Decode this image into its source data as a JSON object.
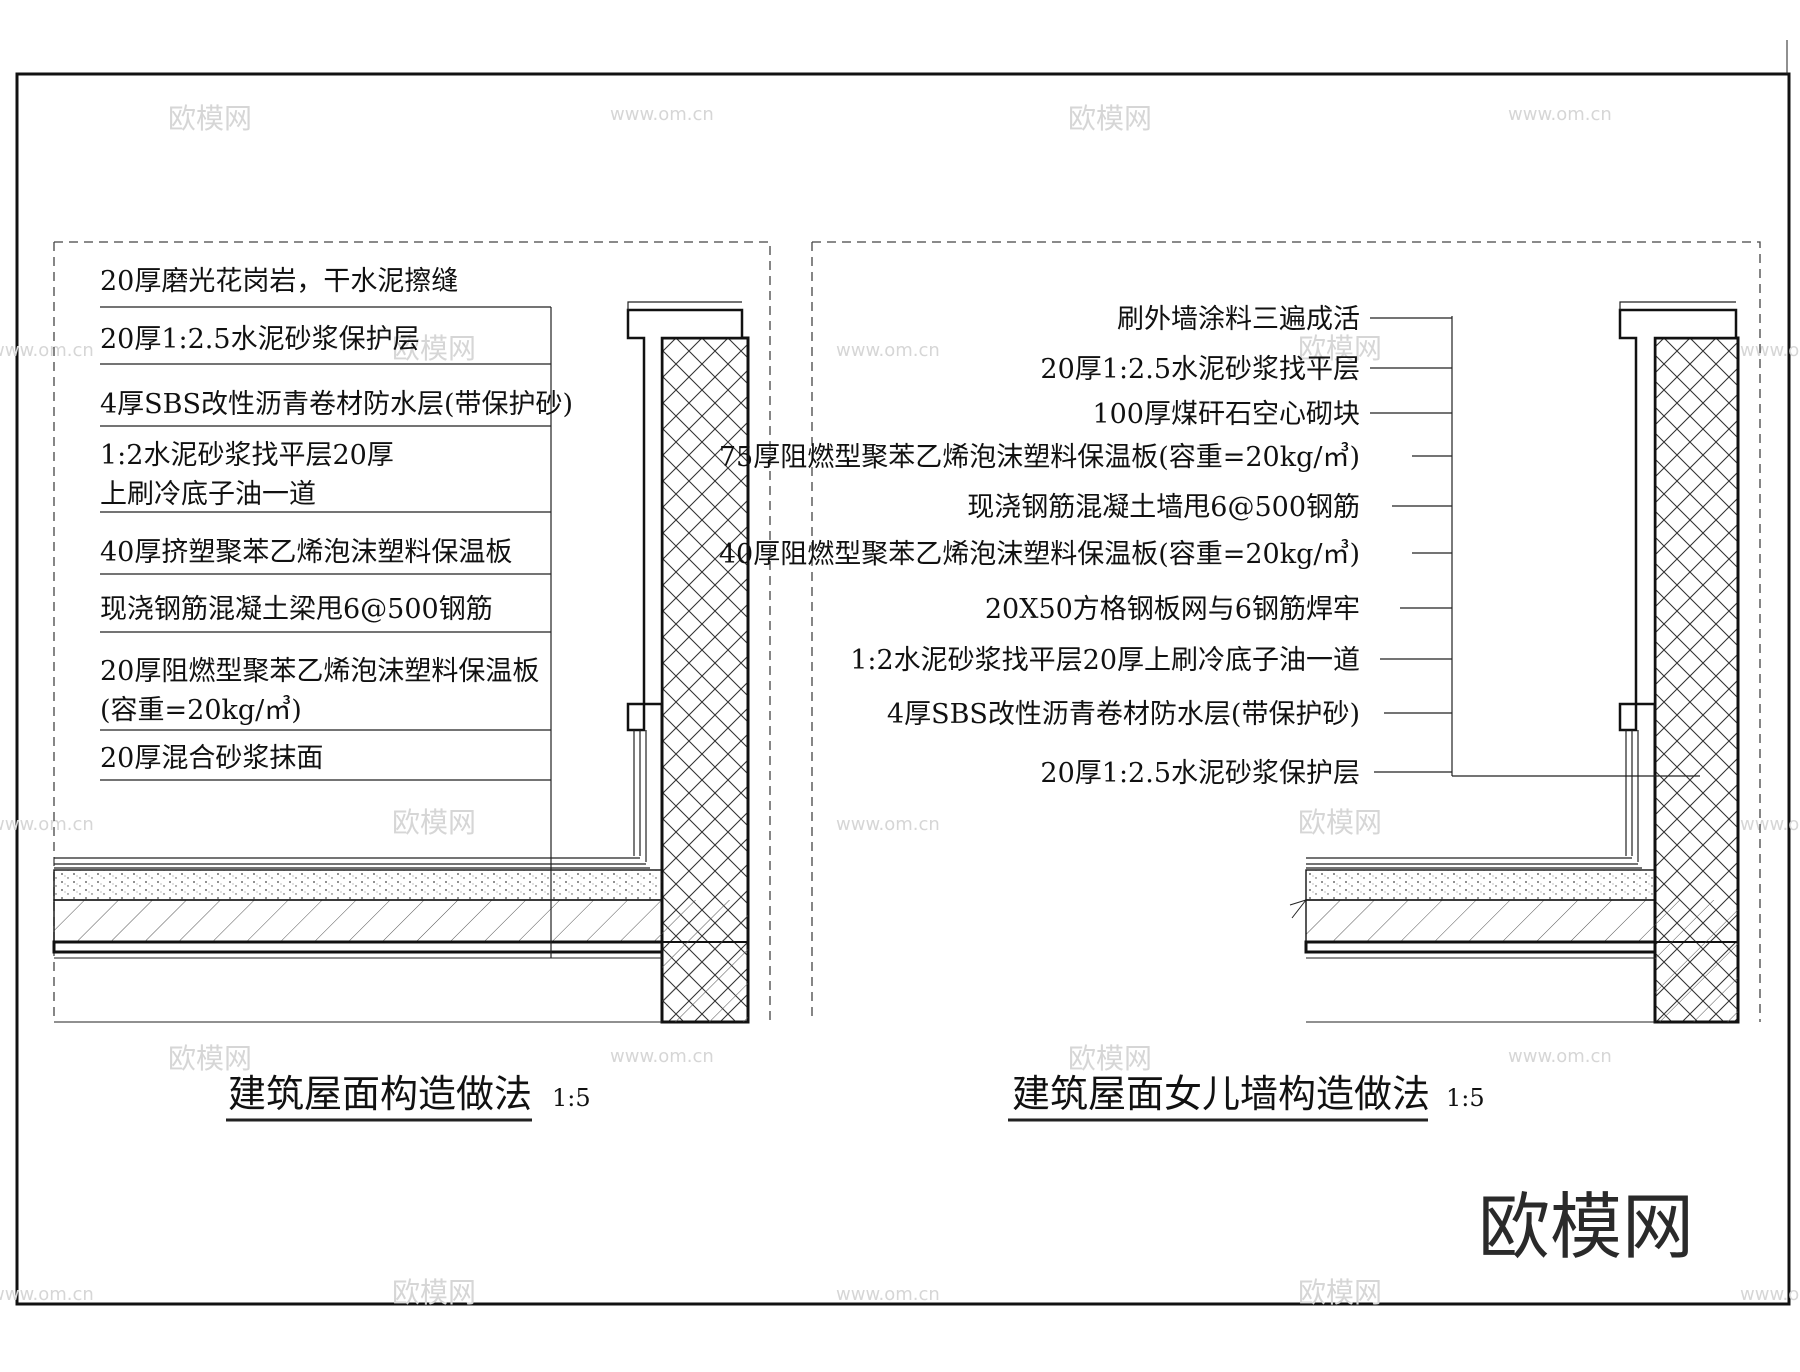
{
  "left_detail": {
    "title": "建筑屋面构造做法",
    "scale": "1:5",
    "layers": [
      [
        "20厚磨光花岗岩，干水泥擦缝"
      ],
      [
        "20厚1:2.5水泥砂浆保护层"
      ],
      [
        "4厚SBS改性沥青卷材防水层(带保护砂)"
      ],
      [
        "1:2水泥砂浆找平层20厚",
        "上刷冷底子油一道"
      ],
      [
        "40厚挤塑聚苯乙烯泡沫塑料保温板"
      ],
      [
        "现浇钢筋混凝土梁甩6@500钢筋"
      ],
      [
        "20厚阻燃型聚苯乙烯泡沫塑料保温板",
        "(容重=20kg/㎥)"
      ],
      [
        "20厚混合砂浆抹面"
      ]
    ]
  },
  "right_detail": {
    "title": "建筑屋面女儿墙构造做法",
    "scale": "1:5",
    "layers": [
      "刷外墙涂料三遍成活",
      "20厚1:2.5水泥砂浆找平层",
      "100厚煤矸石空心砌块",
      "75厚阻燃型聚苯乙烯泡沫塑料保温板(容重=20kg/㎥)",
      "现浇钢筋混凝土墙甩6@500钢筋",
      "40厚阻燃型聚苯乙烯泡沫塑料保温板(容重=20kg/㎥)",
      "20X50方格钢板网与6钢筋焊牢",
      "1:2水泥砂浆找平层20厚上刷冷底子油一道",
      "4厚SBS改性沥青卷材防水层(带保护砂)",
      "20厚1:2.5水泥砂浆保护层"
    ]
  },
  "watermark": {
    "logo_text": "欧模网",
    "url_text": "www.om.cn"
  },
  "brand_logo": "欧模网"
}
